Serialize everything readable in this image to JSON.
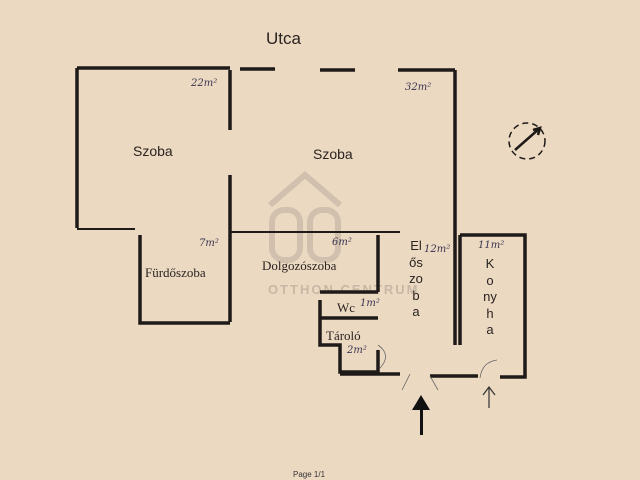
{
  "street_label": "Utca",
  "rooms": [
    {
      "name": "Szoba",
      "area": "22m²"
    },
    {
      "name": "Szoba",
      "area": "32m²"
    },
    {
      "name": "Fürdőszoba",
      "area": "7m²"
    },
    {
      "name": "Dolgozószoba",
      "area": "6m²"
    },
    {
      "name": "Wc",
      "area": "1m²"
    },
    {
      "name": "Tároló",
      "area": "2m²"
    },
    {
      "name": "Előszoba",
      "area": "12m²"
    },
    {
      "name": "Konyha",
      "area": "11m²"
    }
  ],
  "watermark": "OTTHON CENTRUM",
  "footer": "Page 1/1",
  "colors": {
    "paper": "#ecd9c2",
    "wall": "#1e1a18",
    "ink": "#3a3550"
  },
  "icons": [
    "compass-icon",
    "entrance-arrow-icon",
    "kitchen-entrance-arrow-icon"
  ]
}
